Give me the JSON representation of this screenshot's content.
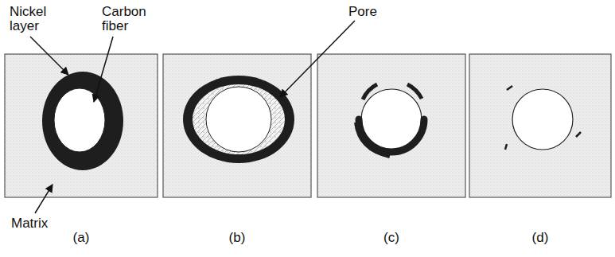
{
  "diagram": {
    "labels": [
      "Nickel layer",
      "Carbon fiber",
      "Pore",
      "Matrix",
      "(a)",
      "(b)",
      "(c)",
      "(d)"
    ]
  }
}
